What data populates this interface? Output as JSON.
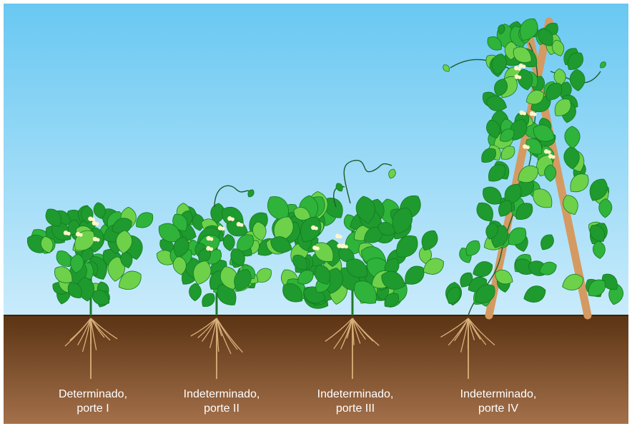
{
  "colors": {
    "sky_top": "#69c8f2",
    "sky_bottom": "#c9ebfb",
    "soil_top": "#5b3414",
    "soil_bottom": "#a3704a",
    "leaf_dark": "#1f9a2e",
    "leaf_light": "#6ed14a",
    "flower": "#fff6c8",
    "root": "#d9b07a",
    "stake": "#d49a62",
    "label_text": "#ffffff"
  },
  "plants": [
    {
      "type": "Determinado,",
      "porte": "porte I"
    },
    {
      "type": "Indeterminado,",
      "porte": "porte II"
    },
    {
      "type": "Indeterminado,",
      "porte": "porte III"
    },
    {
      "type": "Indeterminado,",
      "porte": "porte IV"
    }
  ]
}
